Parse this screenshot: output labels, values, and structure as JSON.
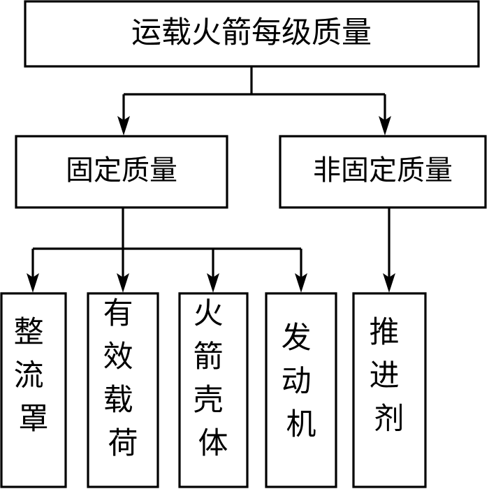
{
  "diagram": {
    "type": "tree-flowchart",
    "orientation": "top-down",
    "colors": {
      "background": "#ffffff",
      "box_fill": "#ffffff",
      "box_stroke": "#000000",
      "connector": "#000000",
      "text": "#000000"
    },
    "root": {
      "label": "运载火箭每级质量",
      "text_orientation": "horizontal"
    },
    "level2": [
      {
        "label": "固定质量",
        "text_orientation": "horizontal"
      },
      {
        "label": "非固定质量",
        "text_orientation": "horizontal"
      }
    ],
    "leaves": [
      {
        "label": "整流罩",
        "chars": [
          "整",
          "流",
          "罩"
        ],
        "parent": "固定质量",
        "text_orientation": "vertical"
      },
      {
        "label": "有效载荷",
        "chars": [
          "有",
          "效",
          "载",
          "荷"
        ],
        "parent": "固定质量",
        "text_orientation": "vertical"
      },
      {
        "label": "火箭壳体",
        "chars": [
          "火",
          "箭",
          "壳",
          "体"
        ],
        "parent": "固定质量",
        "text_orientation": "vertical"
      },
      {
        "label": "发动机",
        "chars": [
          "发",
          "动",
          "机"
        ],
        "parent": "固定质量",
        "text_orientation": "vertical"
      },
      {
        "label": "推进剂",
        "chars": [
          "推",
          "进",
          "剂"
        ],
        "parent": "非固定质量",
        "text_orientation": "vertical"
      }
    ]
  }
}
